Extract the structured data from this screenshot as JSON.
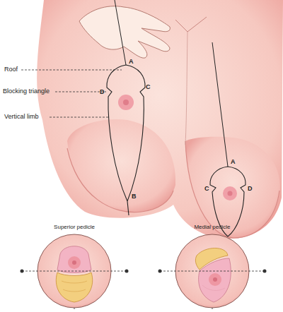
{
  "diagram": {
    "nodes": [
      {
        "text": [
          "Superior pedicle"
        ]
      },
      {
        "text": [
          "Medial pedicle"
        ]
      }
    ],
    "labels": [
      "Roof",
      "Blocking triangle",
      "Vertical limb",
      "A",
      "D",
      "C",
      "B",
      "A",
      "C",
      "D"
    ]
  }
}
